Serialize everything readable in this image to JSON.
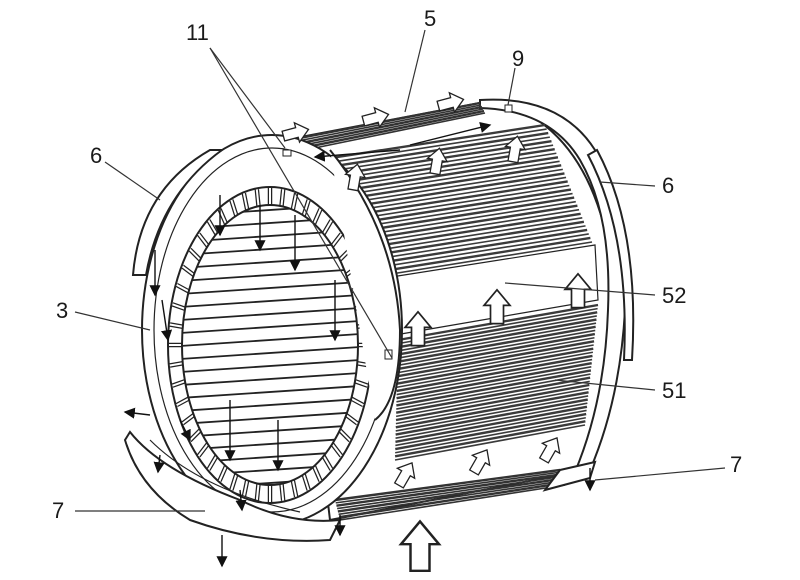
{
  "labels": {
    "l11": "11",
    "l5": "5",
    "l9": "9",
    "l6a": "6",
    "l6b": "6",
    "l3": "3",
    "l52": "52",
    "l51": "51",
    "l7a": "7",
    "l7b": "7"
  }
}
